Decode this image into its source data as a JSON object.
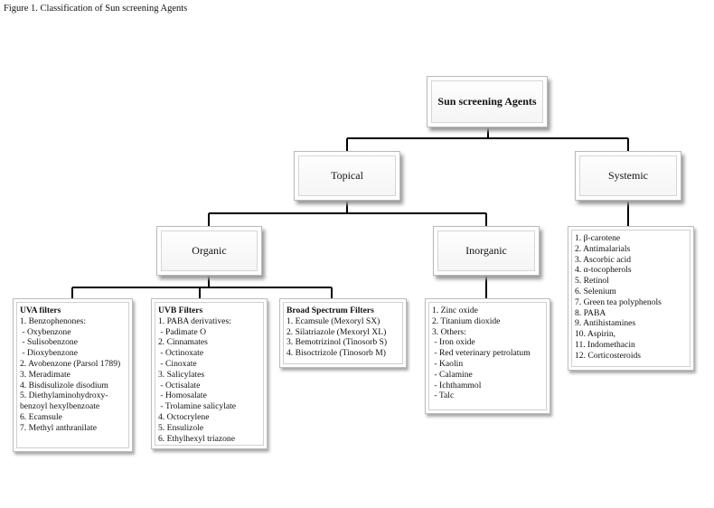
{
  "caption": "Figure 1. Classification of Sun screening Agents",
  "root": {
    "label": "Sun screening Agents"
  },
  "topical": {
    "label": "Topical"
  },
  "systemic": {
    "label": "Systemic"
  },
  "organic": {
    "label": "Organic"
  },
  "inorganic": {
    "label": "Inorganic"
  },
  "uva": {
    "heading": "UVA filters",
    "items": [
      "1. Benzophenones:",
      " - Oxybenzone",
      " - Sulisobenzone",
      " - Dioxybenzone",
      "2. Avobenzone (Parsol 1789)",
      "3. Meradimate",
      "4. Bisdisulizole disodium",
      "5. Diethylaminohydroxy-benzoyl hexylbenzoate",
      "6. Ecamsule",
      "7. Methyl anthranilate"
    ]
  },
  "uvb": {
    "heading": "UVB Filters",
    "items": [
      "1. PABA derivatives:",
      " - Padimate O",
      "2. Cinnamates",
      " - Octinoxate",
      " - Cinoxate",
      "3. Salicylates",
      " - Octisalate",
      " - Homosalate",
      " - Trolamine salicylate",
      "4. Octocrylene",
      "5. Ensulizole",
      "6. Ethylhexyl triazone"
    ]
  },
  "broad": {
    "heading": "Broad Spectrum Filters",
    "items": [
      "1. Ecamsule (Mexoryl SX)",
      "2. Silatriazole (Mexoryl XL)",
      "3. Bemotrizinol (Tinosorb S)",
      "4. Bisoctrizole (Tinosorb M)"
    ]
  },
  "inorganic_list": {
    "items": [
      "1. Zinc oxide",
      "2. Titanium dioxide",
      "3. Others:",
      " - Iron oxide",
      " - Red veterinary petrolatum",
      " - Kaolin",
      " - Calamine",
      " - Ichthammol",
      " - Talc"
    ]
  },
  "systemic_list": {
    "items": [
      "1. β-carotene",
      "2. Antimalarials",
      "3. Ascorbic acid",
      "4. α-tocopherols",
      "5. Retinol",
      "6. Selenium",
      "7. Green tea polyphenols",
      "8. PABA",
      "9. Antihistamines",
      "10. Aspirin,",
      "11. Indomethacin",
      "12. Corticosteroids"
    ]
  }
}
